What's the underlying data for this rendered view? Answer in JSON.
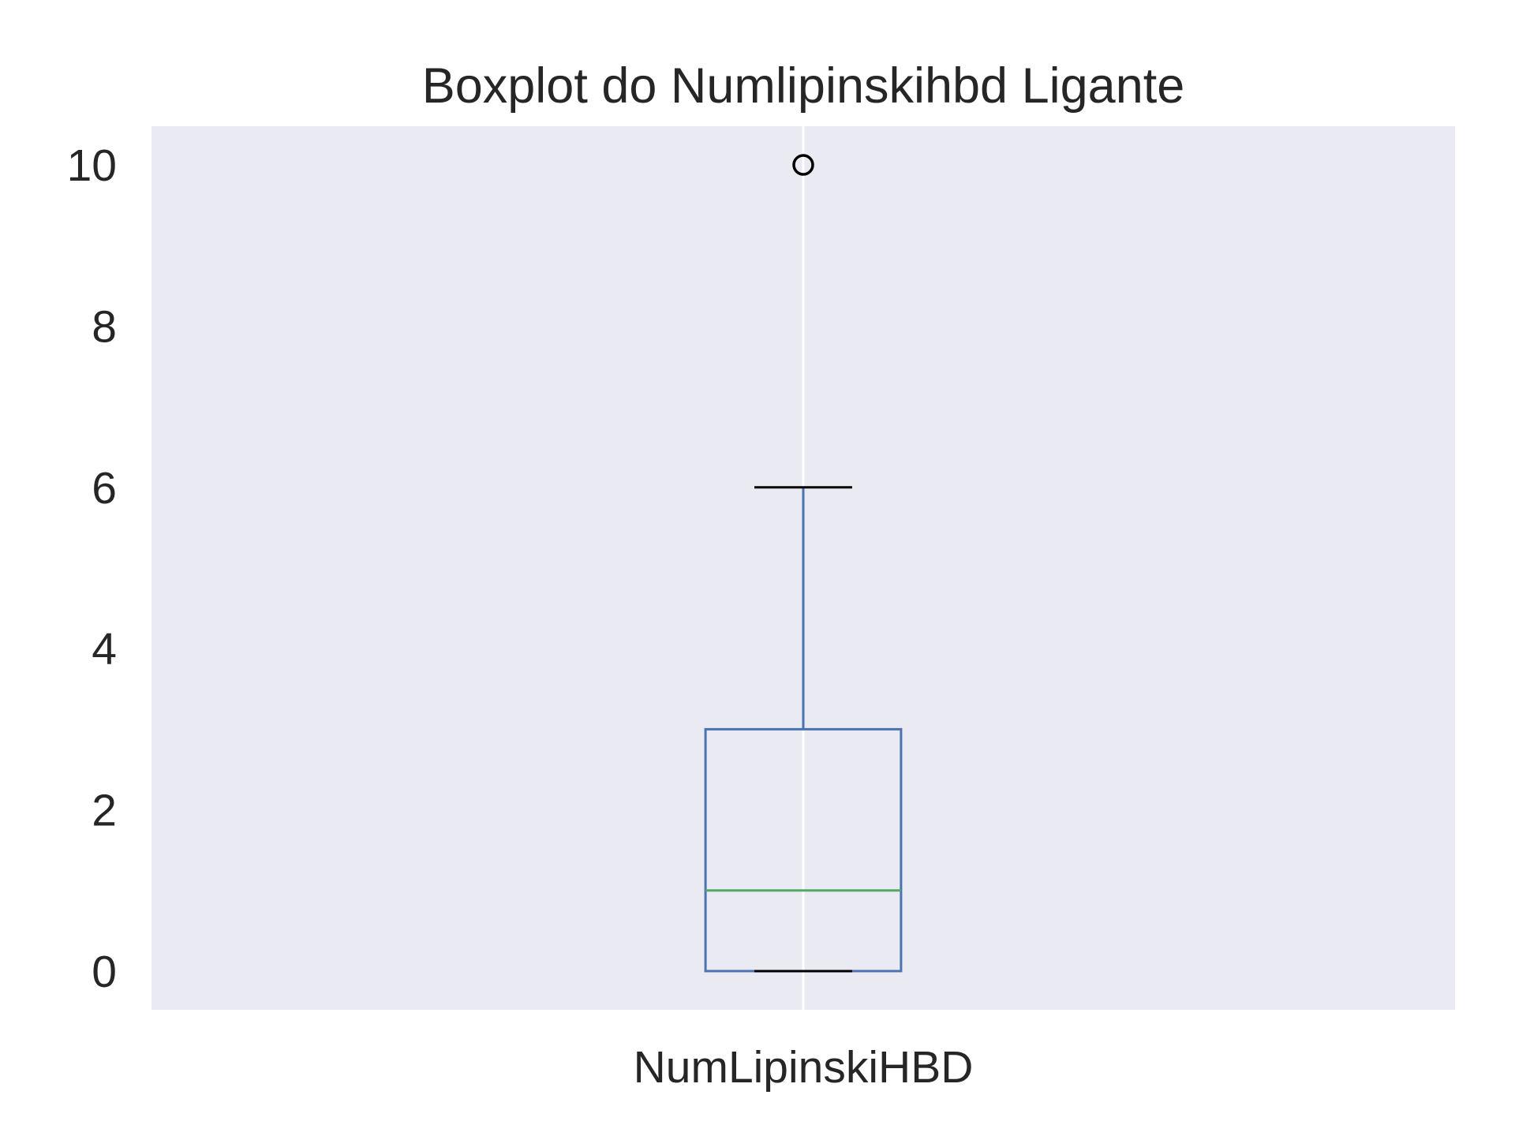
{
  "chart_data": {
    "type": "boxplot",
    "title": "Boxplot do Numlipinskihbd Ligante",
    "xlabel": "",
    "ylabel": "",
    "categories": [
      "NumLipinskiHBD"
    ],
    "ylim": [
      -0.48,
      10.48
    ],
    "y_ticks": [
      0,
      2,
      4,
      6,
      8,
      10
    ],
    "grid": true,
    "boxes": [
      {
        "category": "NumLipinskiHBD",
        "whisker_low": 0,
        "q1": 0,
        "median": 1,
        "q3": 3,
        "whisker_high": 6,
        "outliers": [
          10
        ]
      }
    ],
    "colors": {
      "plot_background": "#eaeaf2",
      "grid": "#ffffff",
      "box": "#4c72b0",
      "median": "#55a868",
      "caps": "#000000",
      "outlier_edge": "#000000",
      "text": "#262626"
    }
  }
}
